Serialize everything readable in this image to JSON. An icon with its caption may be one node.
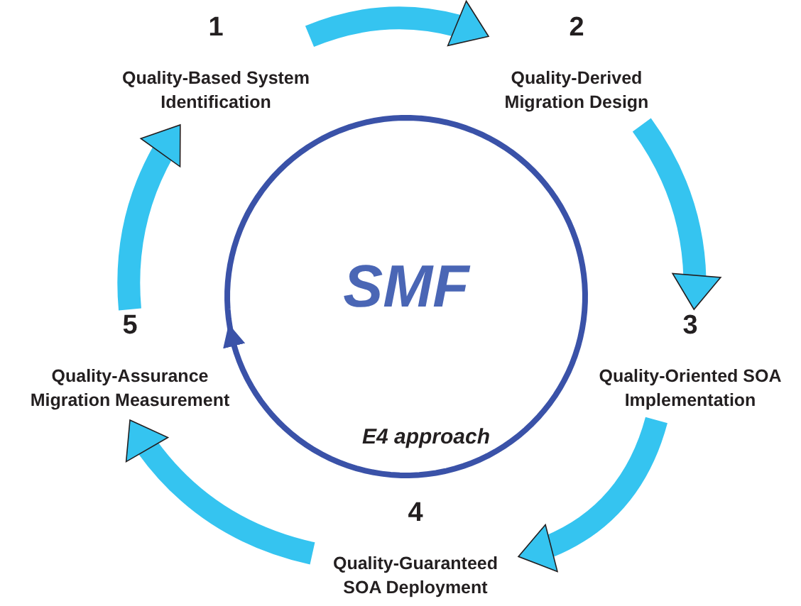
{
  "diagram": {
    "nodes": [
      {
        "text": [
          "1",
          "Quality-Based System Identification"
        ]
      },
      {
        "text": [
          "2",
          "Quality-Derived Migration Design"
        ]
      },
      {
        "text": [
          "3",
          "Quality-Oriented SOA Implementation"
        ]
      },
      {
        "text": [
          "4",
          "Quality-Guaranteed SOA Deployment"
        ]
      },
      {
        "text": [
          "5",
          "Quality-Assurance Migration Measurement"
        ]
      }
    ],
    "edges": [
      {
        "from": 0,
        "to": 1,
        "arrow": "to"
      },
      {
        "from": 1,
        "to": 2,
        "arrow": "to"
      },
      {
        "from": 2,
        "to": 3,
        "arrow": "to"
      },
      {
        "from": 3,
        "to": 4,
        "arrow": "to"
      },
      {
        "from": 4,
        "to": 0,
        "arrow": "to"
      }
    ],
    "labels": [
      "SMF",
      "E4 approach"
    ]
  }
}
